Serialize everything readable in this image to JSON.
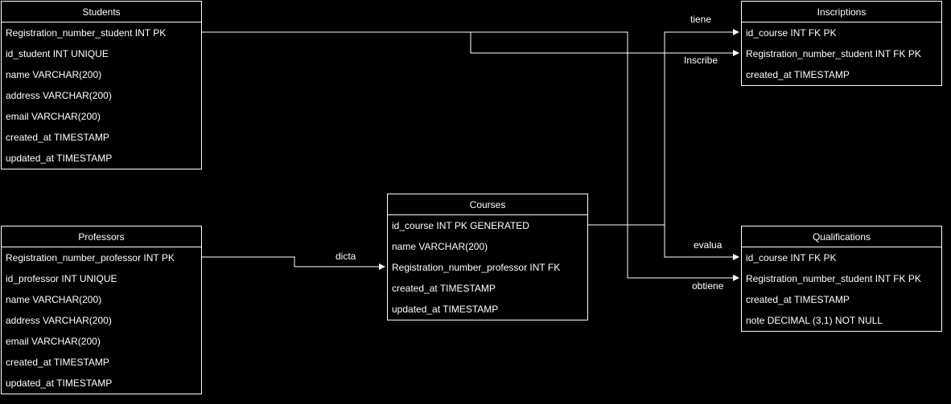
{
  "entities": {
    "students": {
      "title": "Students",
      "fields": [
        "Registration_number_student INT PK",
        "id_student INT UNIQUE",
        "name VARCHAR(200)",
        "address VARCHAR(200)",
        "email VARCHAR(200)",
        "created_at TIMESTAMP",
        "updated_at TIMESTAMP"
      ]
    },
    "professors": {
      "title": "Professors",
      "fields": [
        "Registration_number_professor INT PK",
        "id_professor INT UNIQUE",
        "name VARCHAR(200)",
        "address VARCHAR(200)",
        "email VARCHAR(200)",
        "created_at TIMESTAMP",
        "updated_at TIMESTAMP"
      ]
    },
    "courses": {
      "title": "Courses",
      "fields": [
        "id_course INT PK GENERATED",
        "name VARCHAR(200)",
        "Registration_number_professor INT FK",
        "created_at TIMESTAMP",
        "updated_at TIMESTAMP"
      ]
    },
    "inscriptions": {
      "title": "Inscriptions",
      "fields": [
        "id_course INT FK PK",
        "Registration_number_student INT FK PK",
        "created_at TIMESTAMP"
      ]
    },
    "qualifications": {
      "title": "Qualifications",
      "fields": [
        "id_course INT FK PK",
        "Registration_number_student INT FK PK",
        "created_at TIMESTAMP",
        "note DECIMAL (3,1) NOT NULL"
      ]
    }
  },
  "relations": {
    "tiene": "tiene",
    "inscribe": "Inscribe",
    "dicta": "dicta",
    "evalua": "evalua",
    "obtiene": "obtiene"
  },
  "colors": {
    "background": "#000000",
    "stroke": "#ffffff"
  }
}
